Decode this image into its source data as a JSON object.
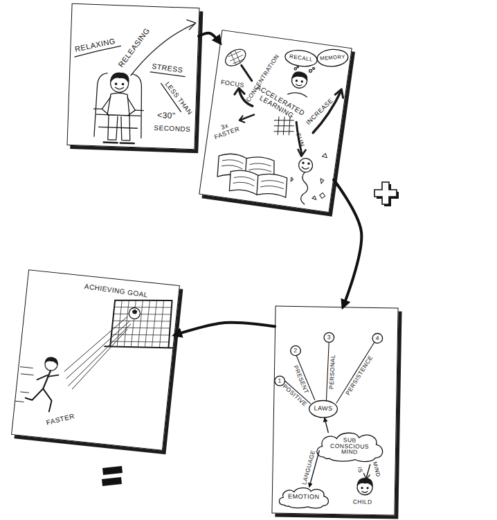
{
  "diagram": {
    "nodes": [
      {
        "text": [
          "RELAXING",
          "RELEASING",
          "STRESS",
          "LESS THAN",
          "<30\"",
          "SECONDS"
        ]
      },
      {
        "text": [
          "CONCENTRATION",
          "FOCUS",
          "ACCELERATED LEARNING",
          "3x FASTER",
          "INCREASE",
          "FUN"
        ]
      },
      {
        "text": [
          "RECALL"
        ],
        "in": 1
      },
      {
        "text": [
          "MEMORY"
        ],
        "in": 1
      },
      {
        "text": [
          "IS",
          "MIND",
          "CHILD"
        ]
      },
      {
        "text": [
          "1"
        ],
        "in": 4
      },
      {
        "text": [
          "2"
        ],
        "in": 4
      },
      {
        "text": [
          "3"
        ],
        "in": 4
      },
      {
        "text": [
          "4"
        ],
        "in": 4
      },
      {
        "text": [
          "LAWS"
        ],
        "in": 4
      },
      {
        "text": [
          "SUB CONSCIOUS MIND"
        ],
        "in": 4
      },
      {
        "text": [
          "EMOTION"
        ],
        "in": 4
      },
      {
        "text": [
          "ACHIEVING GOAL",
          "FASTER"
        ]
      }
    ],
    "edges": [
      {
        "from": 0,
        "to": 1,
        "arrow": "to"
      },
      {
        "from": 1,
        "to": 4,
        "arrow": "to"
      },
      {
        "from": 4,
        "to": 12,
        "arrow": "to"
      },
      {
        "from": 10,
        "to": 9,
        "arrow": "to"
      },
      {
        "from": 10,
        "to": 11,
        "label": "LANGUAGE",
        "arrow": "to"
      },
      {
        "from": 9,
        "to": 5,
        "label": "POSITIVE",
        "arrow": "none"
      },
      {
        "from": 9,
        "to": 6,
        "label": "PRESENT",
        "arrow": "none"
      },
      {
        "from": 9,
        "to": 7,
        "label": "PERSONAL",
        "arrow": "none"
      },
      {
        "from": 9,
        "to": 8,
        "label": "PERSISTENCE",
        "arrow": "none"
      }
    ]
  }
}
